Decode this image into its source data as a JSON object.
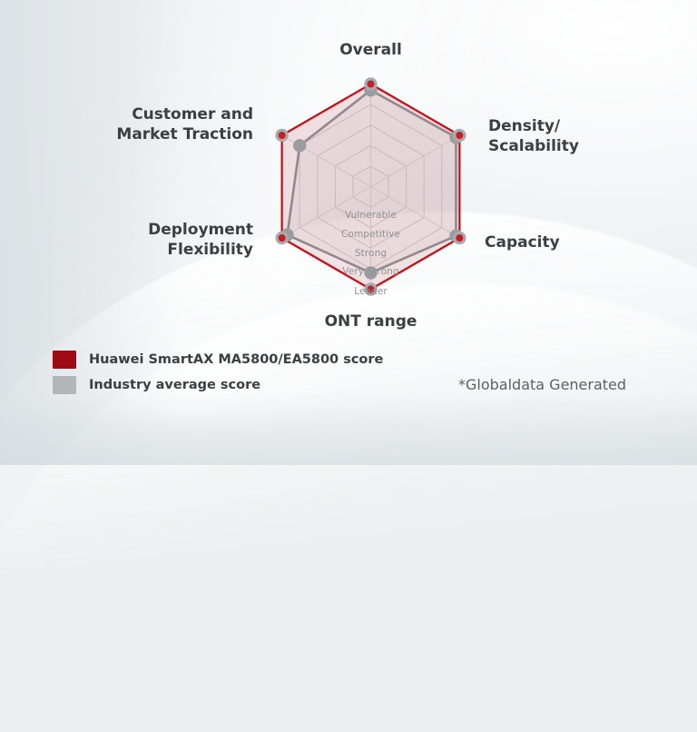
{
  "theme": {
    "brand_red": "#9e0b14",
    "series_red_line": "#cc0000",
    "series_gray": "#9a9da0",
    "text_dark": "#3b3f42",
    "text_muted": "#8e9195",
    "background": "#eceff1"
  },
  "chart_data": {
    "type": "radar",
    "title": "",
    "categories": [
      "Overall",
      "Density/\nScalability",
      "Capacity",
      "ONT range",
      "Deployment\nFlexibility",
      "Customer and\nMarket Traction"
    ],
    "scale_labels": [
      "Vulnerable",
      "Competitive",
      "Strong",
      "Very Strong",
      "Leader"
    ],
    "rmin": 0,
    "rmax": 5,
    "grid": true,
    "legend_position": "bottom-left",
    "series": [
      {
        "name": "Huawei SmartAX MA5800/EA5800 score",
        "color": "#9e0b14",
        "values": [
          5,
          5,
          5,
          5,
          5,
          5
        ]
      },
      {
        "name": "Industry average score",
        "color": "#9a9da0",
        "values": [
          4.7,
          4.8,
          4.8,
          4.2,
          4.7,
          4.0
        ]
      }
    ]
  },
  "axis_labels": [
    {
      "text": "Overall"
    },
    {
      "text": "Density/\nScalability"
    },
    {
      "text": "Capacity"
    },
    {
      "text": "ONT range"
    },
    {
      "text": "Deployment\nFlexibility"
    },
    {
      "text": "Customer and\nMarket Traction"
    }
  ],
  "ring_labels": [
    {
      "text": "Vulnerable"
    },
    {
      "text": "Competitive"
    },
    {
      "text": "Strong"
    },
    {
      "text": "Very Strong"
    },
    {
      "text": "Leader"
    }
  ],
  "legend": {
    "items": [
      {
        "label": "Huawei SmartAX MA5800/EA5800 score",
        "color": "#9e0b14"
      },
      {
        "label": "Industry average score",
        "color": "#b3b6b8"
      }
    ]
  },
  "footnote": {
    "text": "*Globaldata Generated"
  }
}
